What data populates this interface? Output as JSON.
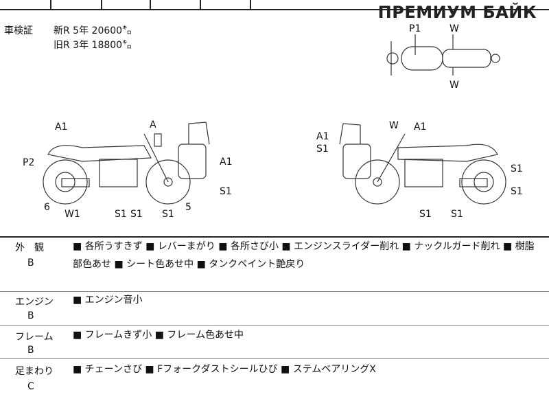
{
  "brand": "ПРЕМИУМ БАЙК",
  "inspection": {
    "label": "車検証",
    "new_line": "新R  5年  20600㌔",
    "old_line": "旧R  3年  18800㌔"
  },
  "diagram": {
    "top_view": [
      "P1",
      "W",
      "W"
    ],
    "left_side": [
      "A1",
      "A",
      "P2",
      "A1",
      "S1",
      "6",
      "W1",
      "S1",
      "S1",
      "S1",
      "5"
    ],
    "right_side": [
      "W",
      "A1",
      "A1",
      "S1",
      "S1",
      "S1",
      "S1",
      "S1"
    ]
  },
  "sections": [
    {
      "label": "外　観",
      "grade": "B",
      "text": "■ 各所うすきず ■ レバーまがり ■ 各所さび小 ■ エンジンスライダー削れ ■ ナックルガード削れ ■ 樹脂部色あせ ■ シート色あせ中 ■ タンクペイント艶戻り"
    },
    {
      "label": "エンジン",
      "grade": "B",
      "text": "■ エンジン音小"
    },
    {
      "label": "フレーム",
      "grade": "B",
      "text": "■ フレームきず小 ■ フレーム色あせ中"
    },
    {
      "label": "足まわり",
      "grade": "C",
      "text": "■ チェーンさび ■ Fフォークダストシールひび ■ ステムベアリングX"
    }
  ]
}
